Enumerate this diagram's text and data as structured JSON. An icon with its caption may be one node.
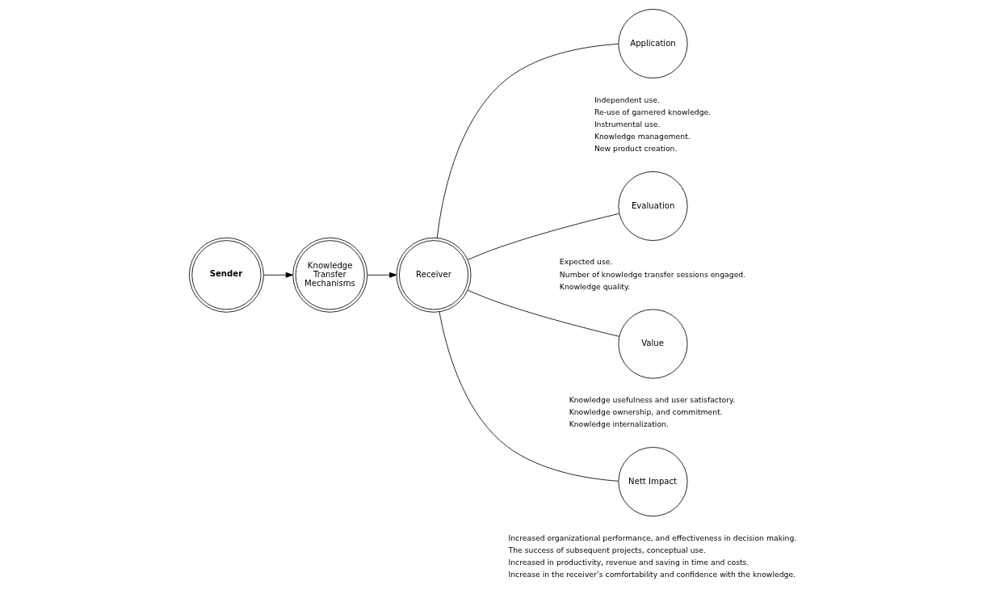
{
  "diagram": {
    "nodes": [
      {
        "text": [
          "Sender"
        ]
      },
      {
        "text": [
          "Knowledge Transfer Mechanisms"
        ]
      },
      {
        "text": [
          "Receiver"
        ]
      },
      {
        "text": [
          "Application"
        ],
        "beside": [
          "Independent use.",
          "Re-use of garnered knowledge.",
          "Instrumental use.",
          "Knowledge management.",
          "New product creation."
        ]
      },
      {
        "text": [
          "Evaluation"
        ],
        "beside": [
          "Expected use.",
          "Number of knowledge transfer sessions engaged.",
          "Knowledge quality."
        ]
      },
      {
        "text": [
          "Value"
        ],
        "beside": [
          "Knowledge usefulness and user satisfactory.",
          "Knowledge ownership, and commitment.",
          "Knowledge internalization."
        ]
      },
      {
        "text": [
          "Nett Impact"
        ],
        "beside": [
          "Increased organizational performance, and effectiveness in decision making.",
          "The success of subsequent projects, conceptual use.",
          "Increased in productivity, revenue and saving in time and costs.",
          "Increase in the receiver’s comfortability and confidence with the knowledge."
        ]
      }
    ],
    "edges": [
      {
        "from": 0,
        "to": 1,
        "arrow": "to"
      },
      {
        "from": 1,
        "to": 2,
        "arrow": "to"
      },
      {
        "from": 2,
        "to": 3,
        "arrow": "none"
      },
      {
        "from": 2,
        "to": 4,
        "arrow": "none"
      },
      {
        "from": 2,
        "to": 5,
        "arrow": "none"
      },
      {
        "from": 2,
        "to": 6,
        "arrow": "none"
      }
    ]
  }
}
